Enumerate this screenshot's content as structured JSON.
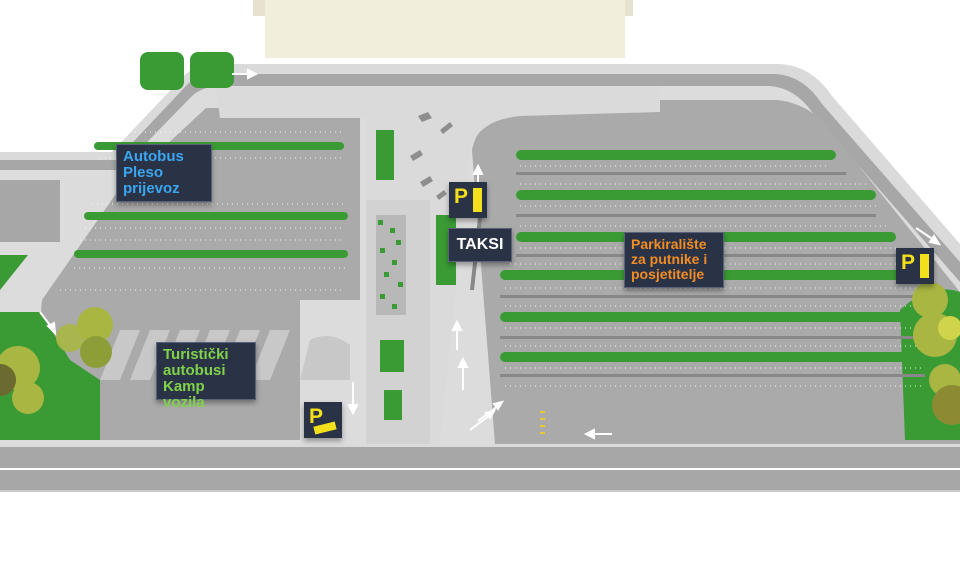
{
  "labels": {
    "autobus": "Autobus\nPleso\nprijevoz",
    "turisticki": "Turistički\nautobusi\nKamp vozila",
    "taksi": "TAKSI",
    "parkiraliste": "Parkiralište\nza putnike i\nposjetitelje"
  },
  "parking_sign_letter": "P",
  "colors": {
    "background": "#ffffff",
    "terminal_building": "#f2eedc",
    "asphalt": "#a7a7a7",
    "road_edge": "#dadada",
    "lane_marking": "#ffffff",
    "plaza": "#d9d9d9",
    "grass": "#3a9b35",
    "tree_light": "#a9b642",
    "tree_dark": "#8a8a3a",
    "label_background": "#2a3345",
    "label_text_blue": "#3aa5f0",
    "label_text_green": "#7fd24a",
    "label_text_white": "#ffffff",
    "label_text_orange": "#f28c25",
    "parking_sign_yellow": "#f4df1c"
  }
}
